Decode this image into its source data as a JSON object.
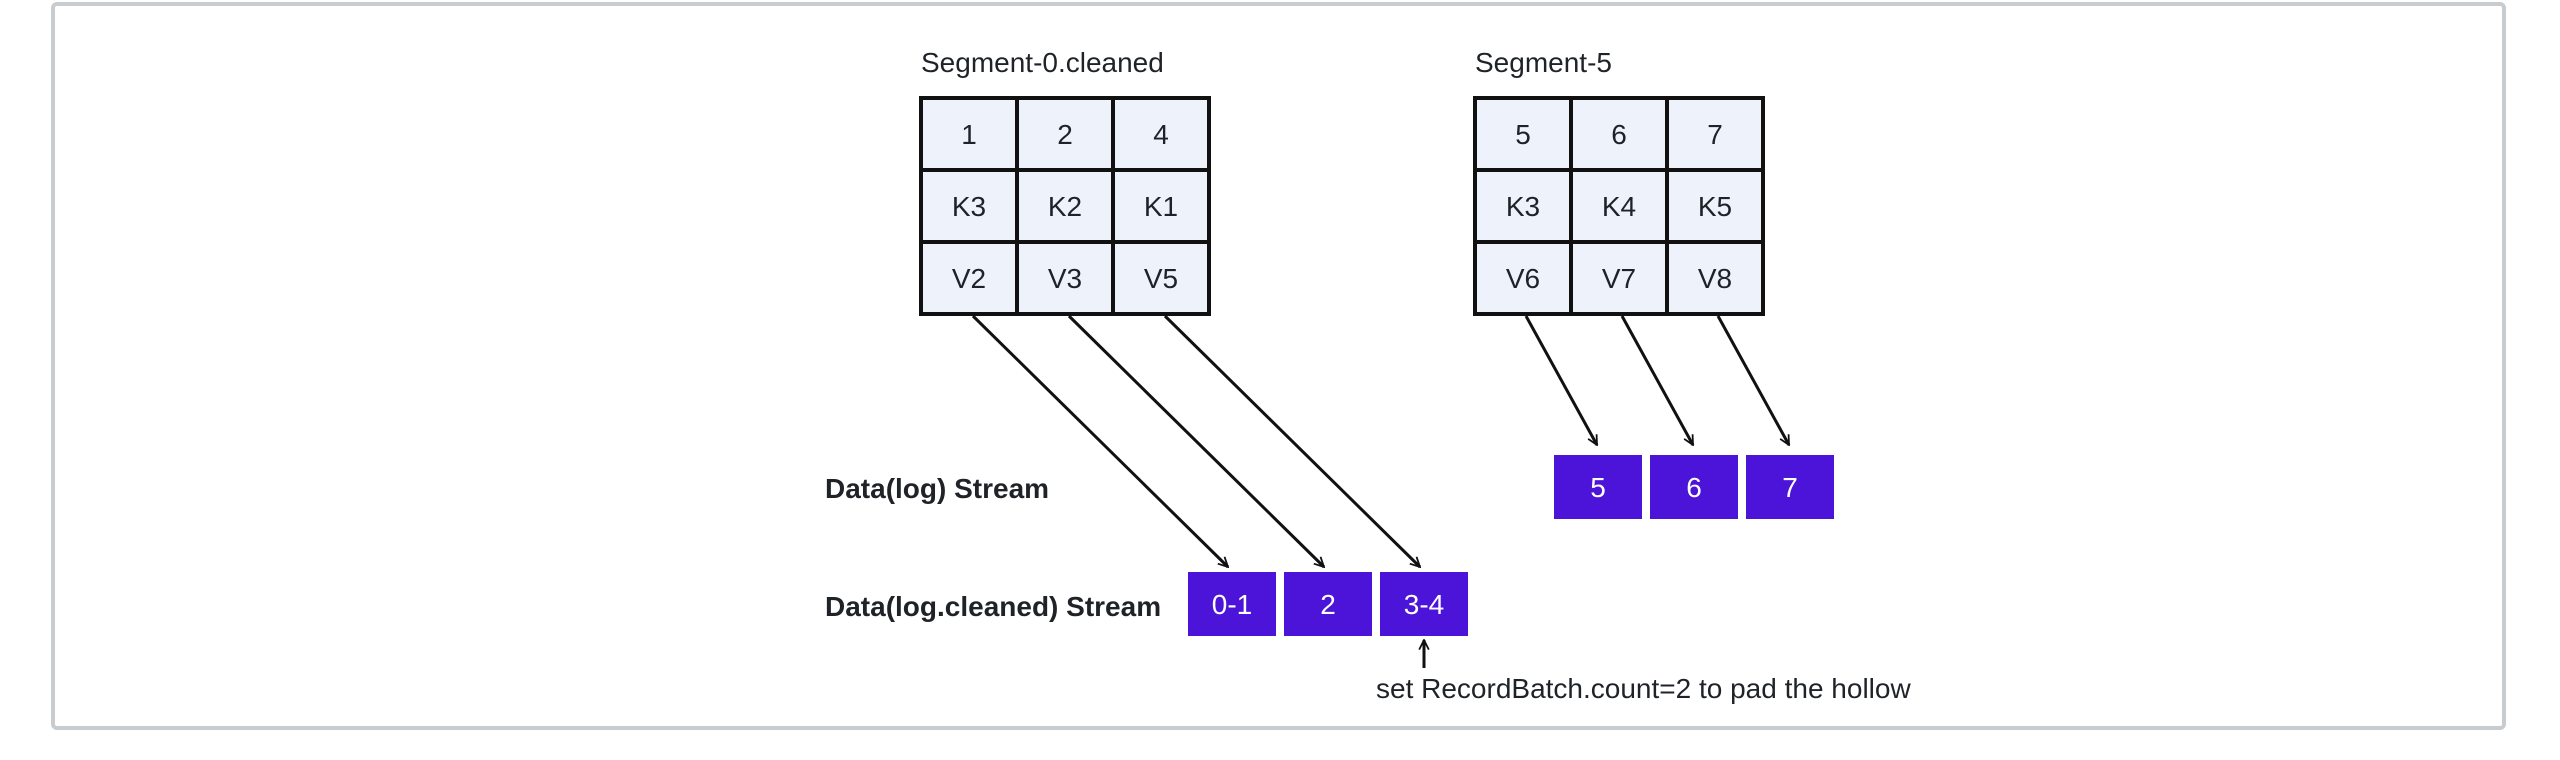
{
  "colors": {
    "frame_border": "#c7ccd1",
    "cell_fill": "#eef3fb",
    "cell_border": "#111111",
    "block_fill": "#4c14d8",
    "arrow": "#111111"
  },
  "segments": [
    {
      "title": "Segment-0.cleaned",
      "rows": [
        [
          "1",
          "2",
          "4"
        ],
        [
          "K3",
          "K2",
          "K1"
        ],
        [
          "V2",
          "V3",
          "V5"
        ]
      ]
    },
    {
      "title": "Segment-5",
      "rows": [
        [
          "5",
          "6",
          "7"
        ],
        [
          "K3",
          "K4",
          "K5"
        ],
        [
          "V6",
          "V7",
          "V8"
        ]
      ]
    }
  ],
  "streams": {
    "log": {
      "label": "Data(log) Stream",
      "blocks": [
        "5",
        "6",
        "7"
      ]
    },
    "cleaned": {
      "label": "Data(log.cleaned) Stream",
      "blocks": [
        "0-1",
        "2",
        "3-4"
      ]
    }
  },
  "note": "set RecordBatch.count=2 to pad the hollow"
}
